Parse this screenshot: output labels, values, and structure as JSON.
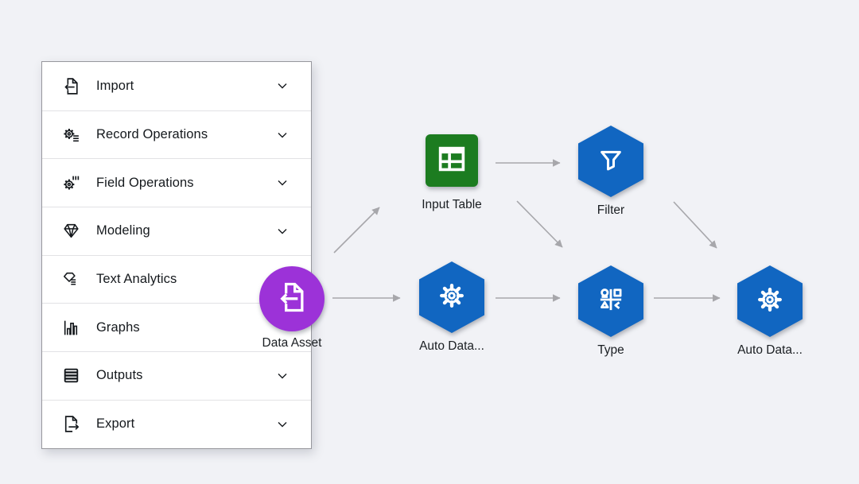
{
  "palette": {
    "items": [
      {
        "label": "Import",
        "icon": "document-import-icon",
        "has_chevron": true
      },
      {
        "label": "Record Operations",
        "icon": "record-operations-icon",
        "has_chevron": true
      },
      {
        "label": "Field Operations",
        "icon": "field-operations-icon",
        "has_chevron": true
      },
      {
        "label": "Modeling",
        "icon": "modeling-icon",
        "has_chevron": true
      },
      {
        "label": "Text Analytics",
        "icon": "text-analytics-icon",
        "has_chevron": false
      },
      {
        "label": "Graphs",
        "icon": "graphs-icon",
        "has_chevron": false
      },
      {
        "label": "Outputs",
        "icon": "outputs-icon",
        "has_chevron": true
      },
      {
        "label": "Export",
        "icon": "export-icon",
        "has_chevron": true
      }
    ]
  },
  "flow": {
    "nodes": [
      {
        "id": "data-asset",
        "label": "Data Asset",
        "shape": "circle",
        "color": "#9c32d8",
        "icon": "document-import-icon"
      },
      {
        "id": "input-table",
        "label": "Input Table",
        "shape": "square",
        "color": "#1c7c20",
        "icon": "table-icon"
      },
      {
        "id": "filter",
        "label": "Filter",
        "shape": "hexagon",
        "color": "#1166c1",
        "icon": "funnel-icon"
      },
      {
        "id": "auto-data-1",
        "label": "Auto Data...",
        "shape": "hexagon",
        "color": "#1166c1",
        "icon": "gear-icon"
      },
      {
        "id": "type",
        "label": "Type",
        "shape": "hexagon",
        "color": "#1166c1",
        "icon": "type-measurement-icon"
      },
      {
        "id": "auto-data-2",
        "label": "Auto Data...",
        "shape": "hexagon",
        "color": "#1166c1",
        "icon": "gear-icon"
      }
    ],
    "connections": [
      {
        "from": "data-asset",
        "to": "input-table"
      },
      {
        "from": "data-asset",
        "to": "auto-data-1"
      },
      {
        "from": "input-table",
        "to": "filter"
      },
      {
        "from": "input-table",
        "to": "type"
      },
      {
        "from": "auto-data-1",
        "to": "type"
      },
      {
        "from": "filter",
        "to": "auto-data-2"
      },
      {
        "from": "type",
        "to": "auto-data-2"
      }
    ]
  },
  "colors": {
    "background": "#f1f2f6",
    "panel": "#ffffff",
    "panel_border": "#97979d",
    "divider": "#e2e2e5",
    "text": "#15191d",
    "arrow": "#a7a7ab",
    "node_blue": "#1166c1",
    "node_green": "#1c7c20",
    "node_purple": "#9c32d8"
  }
}
